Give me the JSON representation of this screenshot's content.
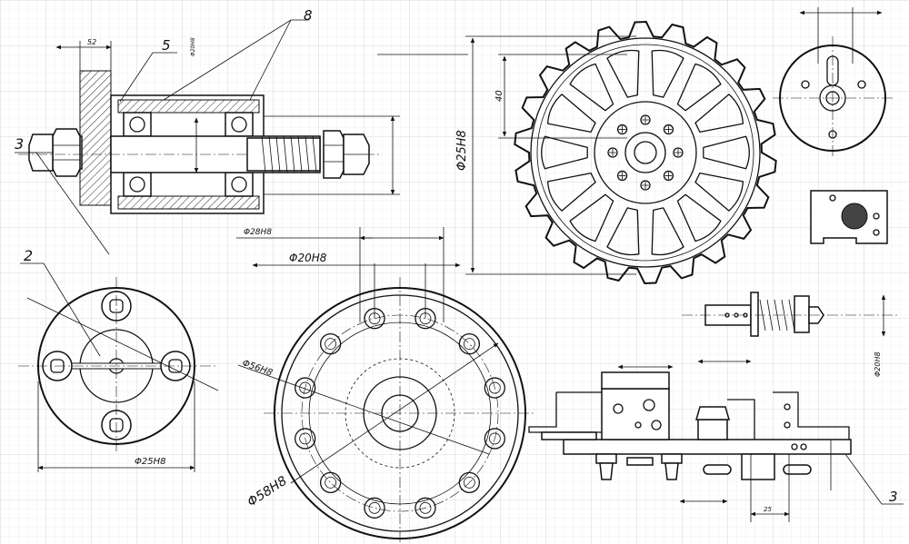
{
  "drawing": {
    "labels": {
      "part_8": "8",
      "part_5": "5",
      "part_3_left": "3",
      "part_2": "2",
      "part_3_right": "3",
      "dim_52": "52",
      "dim_40": "40",
      "dim_25": "25",
      "phi20h8_small": "Φ20H8",
      "phi28h8": "Φ28H8",
      "phi20h8_mid": "Φ20H8",
      "phi25h8_gear": "Φ25H8",
      "phi25h8_flange": "Φ25H8",
      "phi56h8": "Φ56H8",
      "phi58h8": "Φ58H8",
      "phi20h8_right": "Φ20H8"
    }
  }
}
